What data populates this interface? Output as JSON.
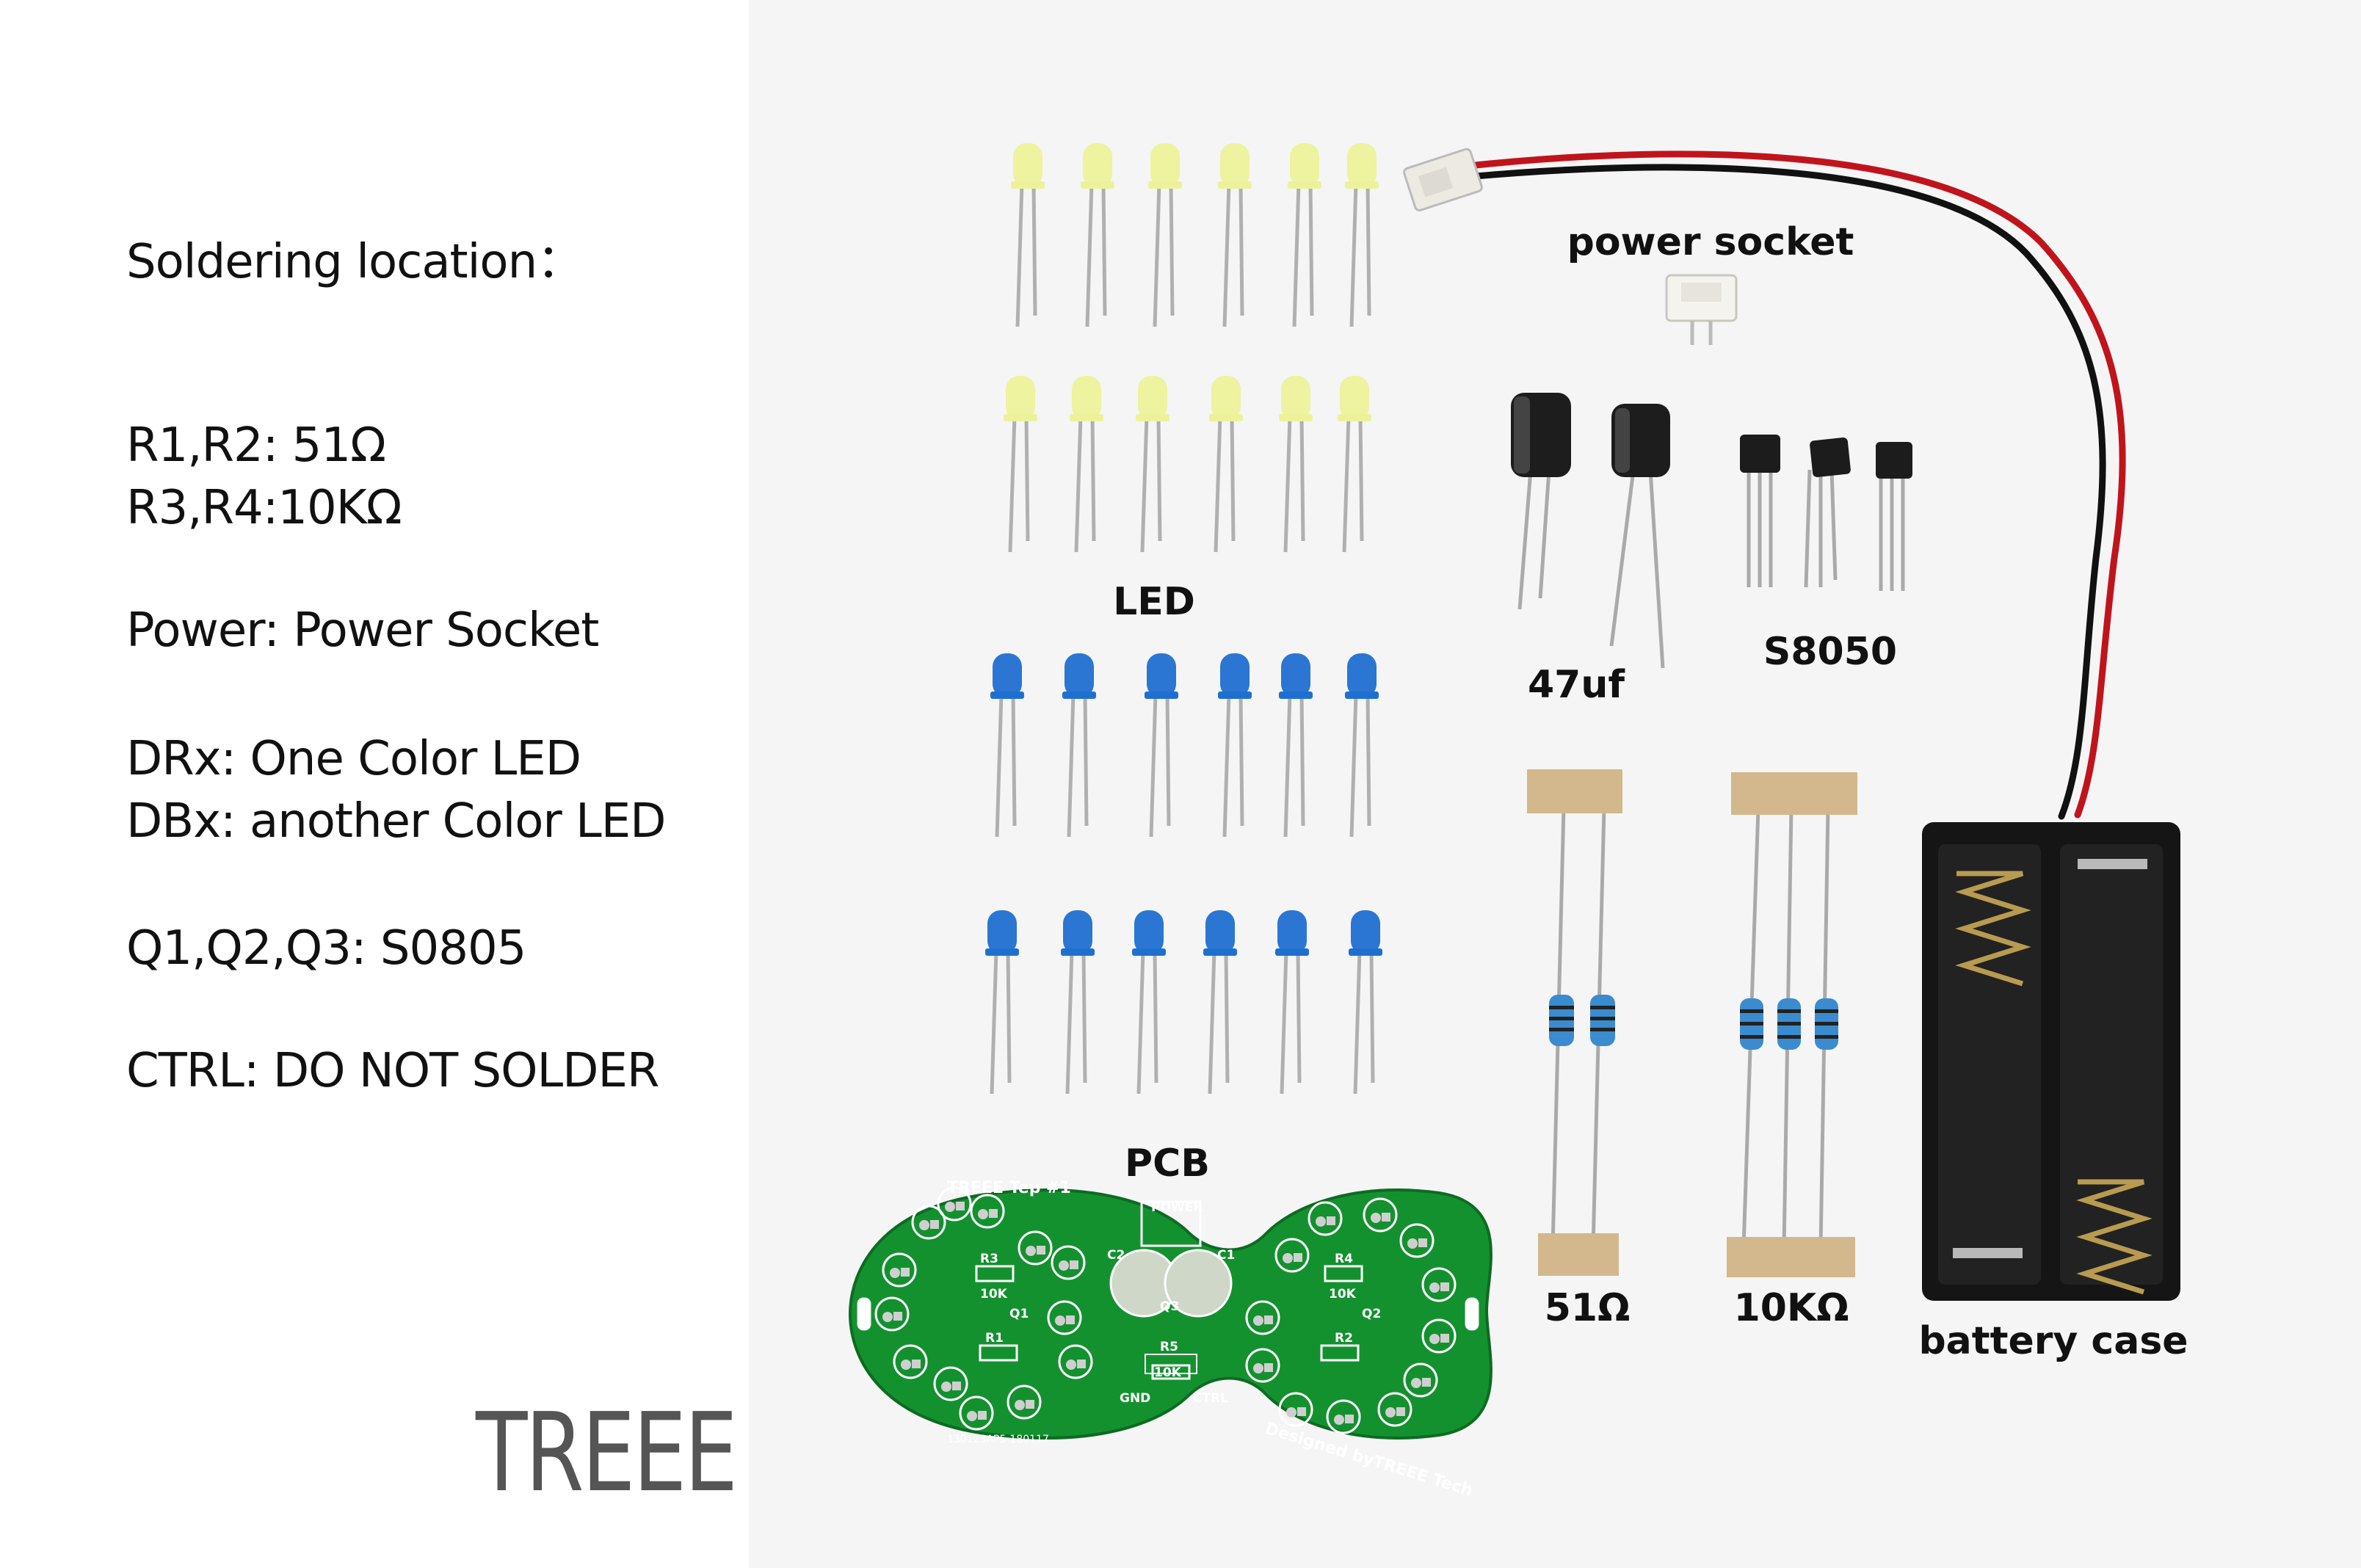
{
  "notes": {
    "heading": "Soldering location：",
    "r12": "R1,R2: 51Ω",
    "r34": "R3,R4:10KΩ",
    "power": "Power: Power Socket",
    "drx": "DRx: One Color LED",
    "dbx": "DBx: another Color LED",
    "q": "Q1,Q2,Q3: S0805",
    "ctrl": "CTRL: DO NOT SOLDER"
  },
  "brand": "TREEE",
  "labels": {
    "led": "LED",
    "power_socket": "power socket",
    "cap": "47uf",
    "transistor": "S8050",
    "pcb": "PCB",
    "r51": "51Ω",
    "r10k": "10KΩ",
    "battery": "battery case"
  },
  "pcb": {
    "title": "TREEE Tep #1",
    "footer": "Designed byTREEE Tech",
    "code": "130123AP5-180117",
    "power": "POWER",
    "res_r3": "R3",
    "res_r4": "R4",
    "res_r1": "R1",
    "res_r2": "R2",
    "res_r5": "R5",
    "val_10k": "10K",
    "q1": "Q1",
    "q2": "Q2",
    "q3": "Q3",
    "c1": "C1",
    "c2": "C2",
    "gnd": "GND",
    "ctrl": "CTRL"
  },
  "colors": {
    "yellow_led": "#ecf29a",
    "blue_led": "#1f6fd0",
    "pcb_green": "#14912f",
    "wire_red": "#c0141c",
    "wire_black": "#111111",
    "tape": "#d2b88c"
  }
}
